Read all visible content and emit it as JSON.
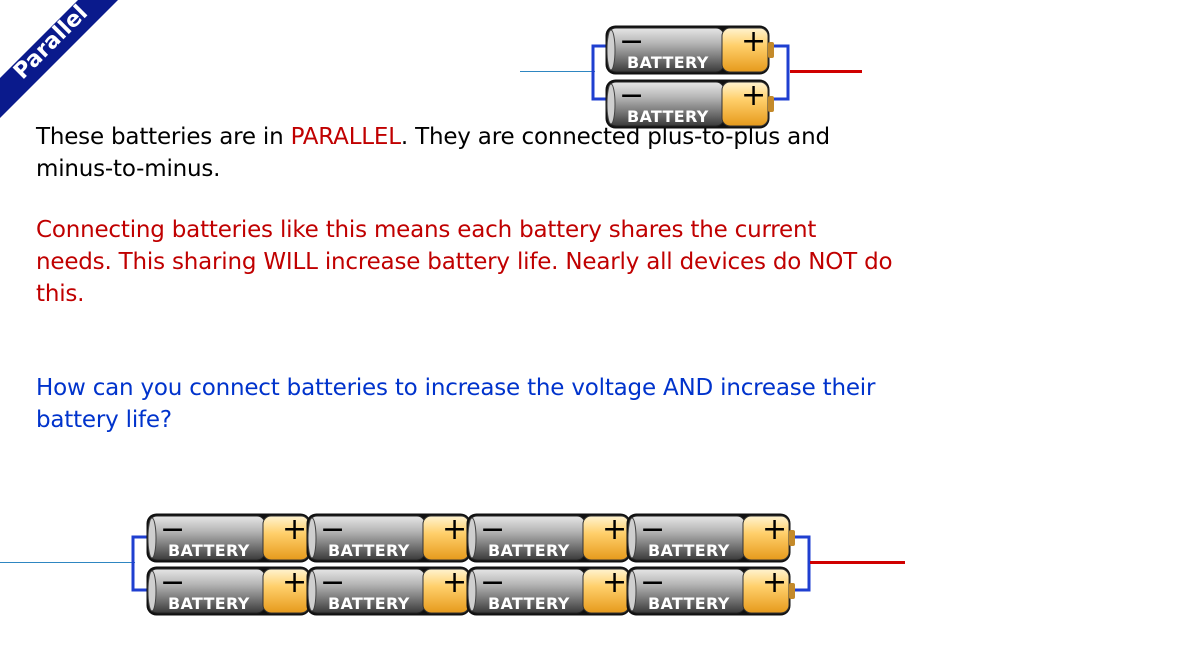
{
  "corner_banner": {
    "label": "Parallel"
  },
  "paragraphs": {
    "p1_before": "These batteries are in ",
    "p1_highlight": "PARALLEL",
    "p1_after": ".  They are connected plus-to-plus and minus-to-minus.",
    "p2": "Connecting batteries like this means each battery shares the current needs. This sharing WILL increase battery life. Nearly all devices do NOT do this.",
    "p3": "How can you connect batteries to increase the voltage AND increase their battery life?"
  },
  "battery": {
    "label": "BATTERY",
    "minus": "−",
    "plus": "+"
  },
  "colors": {
    "negative_wire": "#2e86c1",
    "positive_wire": "#d00000",
    "connector": "#1f3fd0",
    "banner": "#0a1a8c"
  }
}
